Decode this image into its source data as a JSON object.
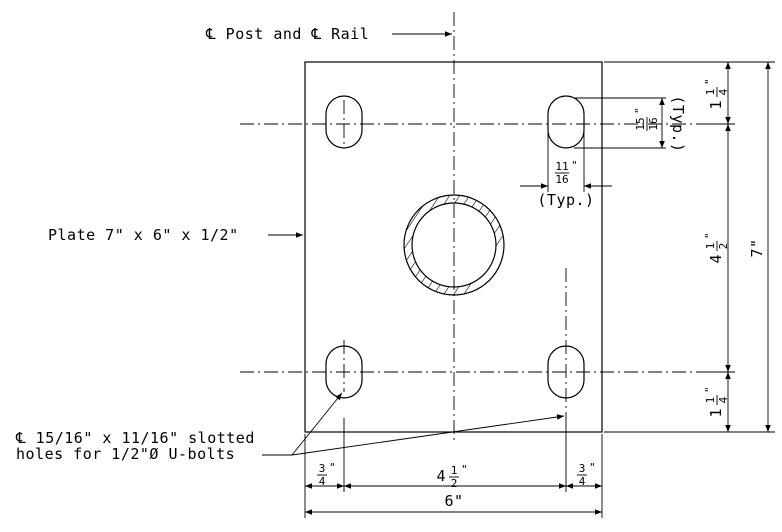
{
  "labels": {
    "centerline_note": "℄ Post and ℄ Rail",
    "plate_note": "Plate 7\" x 6\" x 1/2\"",
    "slot_note_line1": "℄ 15/16\" x 11/16\" slotted",
    "slot_note_line2": "holes for 1/2\"Ø U-bolts",
    "typ_vertical": "(Typ.)",
    "typ_horizontal": "(Typ.)"
  },
  "dimensions": {
    "slot_length": {
      "num": "15",
      "den": "16",
      "unit": "\""
    },
    "slot_width": {
      "num": "11",
      "den": "16",
      "unit": "\""
    },
    "top_edge": {
      "whole": "1",
      "num": "1",
      "den": "4",
      "unit": "\""
    },
    "hole_spacing_vertical": {
      "whole": "4",
      "num": "1",
      "den": "2",
      "unit": "\""
    },
    "bottom_edge": {
      "whole": "1",
      "num": "1",
      "den": "4",
      "unit": "\""
    },
    "plate_height": "7\"",
    "left_edge": {
      "num": "3",
      "den": "4",
      "unit": "\""
    },
    "hole_spacing_horizontal": {
      "whole": "4",
      "num": "1",
      "den": "2",
      "unit": "\""
    },
    "right_edge": {
      "num": "3",
      "den": "4",
      "unit": "\""
    },
    "plate_width": "6\""
  }
}
